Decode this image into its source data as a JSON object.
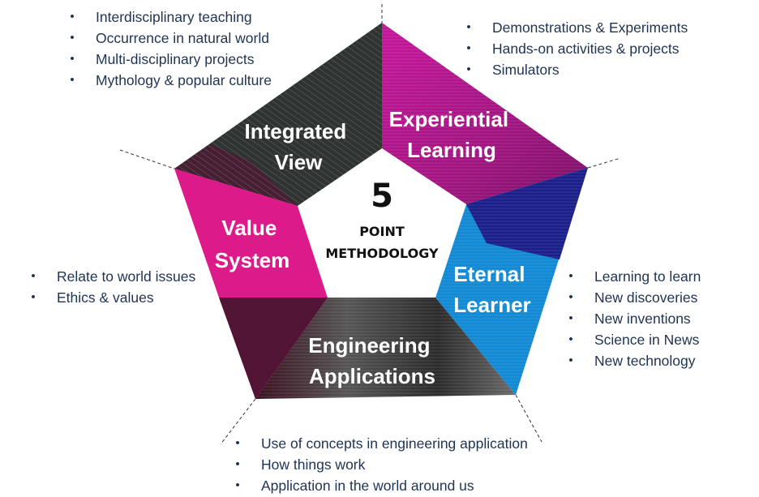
{
  "center": {
    "number": "5",
    "line1": "POINT",
    "line2": "METHODOLOGY"
  },
  "segments": [
    {
      "id": "integrated",
      "title_lines": [
        "Integrated",
        "View"
      ],
      "color": "#2f3331"
    },
    {
      "id": "experiential",
      "title_lines": [
        "Experiential",
        "Learning"
      ],
      "color": "#c8159b"
    },
    {
      "id": "eternal",
      "title_lines": [
        "Eternal",
        "Learner"
      ],
      "color": "#1189d4"
    },
    {
      "id": "engineering",
      "title_lines": [
        "Engineering",
        "Applications"
      ],
      "color": "#2a2a2a"
    },
    {
      "id": "value",
      "title_lines": [
        "Value",
        "System"
      ],
      "color": "#dc1a8a"
    }
  ],
  "lists": {
    "integrated": [
      "Interdisciplinary teaching",
      "Occurrence in natural world",
      "Multi-disciplinary projects",
      "Mythology & popular  culture"
    ],
    "experiential": [
      "Demonstrations & Experiments",
      "Hands-on activities & projects",
      "Simulators"
    ],
    "eternal": [
      "Learning to learn",
      "New discoveries",
      "New inventions",
      "Science in News",
      "New technology"
    ],
    "engineering": [
      "Use of concepts in engineering application",
      "How things work",
      "Application in the world around us"
    ],
    "value": [
      "Relate to world issues",
      "Ethics & values"
    ]
  },
  "bullet_char": "•",
  "colors": {
    "text": "#1f3352",
    "accent_dark_blue": "#1a1f8a"
  }
}
